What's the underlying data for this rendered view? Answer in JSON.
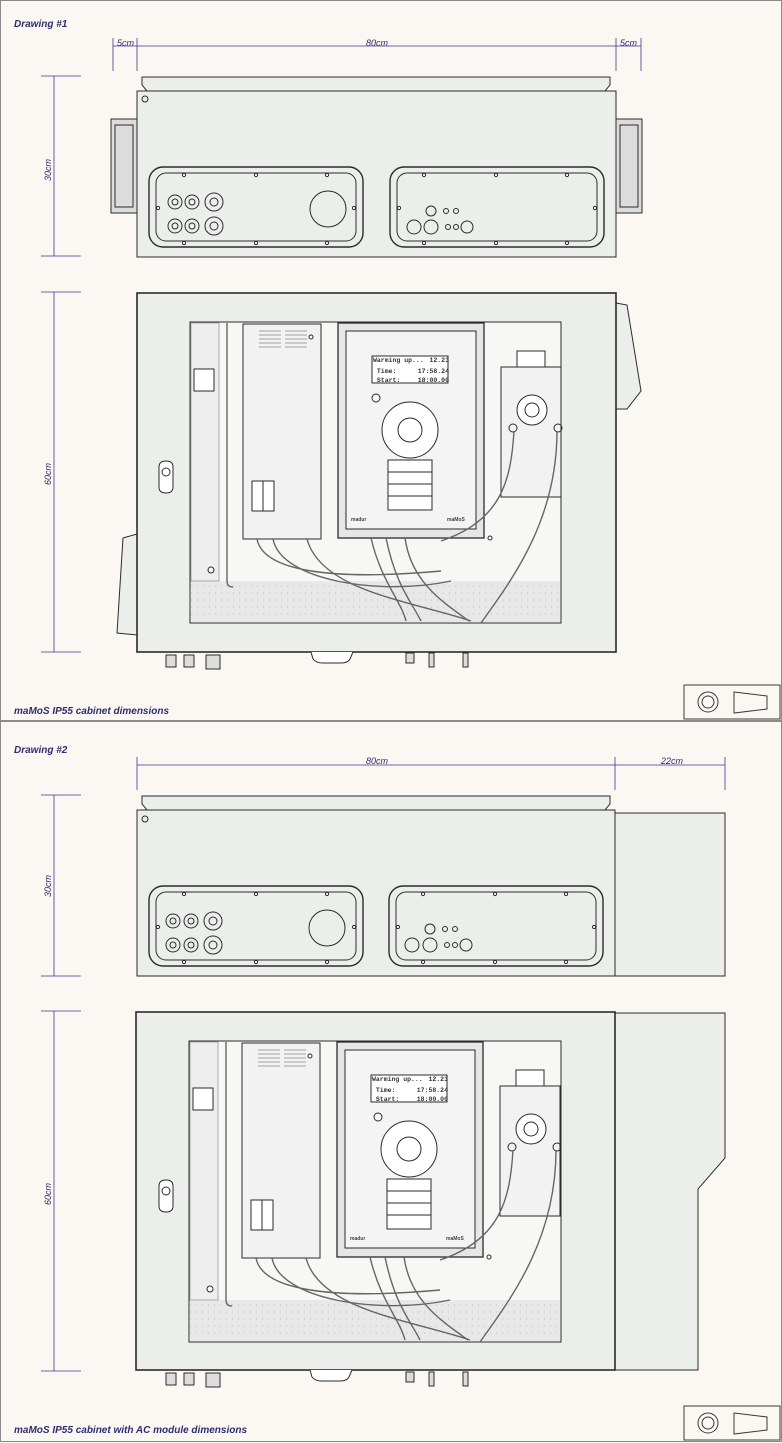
{
  "drawing1": {
    "title": "Drawing #1",
    "caption": "maMoS IP55 cabinet dimensions",
    "dim_left": "5cm",
    "dim_width": "80cm",
    "dim_right": "5cm",
    "dim_top_height": "30cm",
    "dim_front_height": "60cm"
  },
  "drawing2": {
    "title": "Drawing #2",
    "caption": "maMoS IP55 cabinet with AC module dimensions",
    "dim_width": "80cm",
    "dim_ac": "22cm",
    "dim_top_height": "30cm",
    "dim_front_height": "60cm"
  },
  "display": {
    "line1": "Warming up...",
    "line1_right": "12.23",
    "line2_label": "Time:",
    "line2_value": "17:58.24",
    "line3_label": "Start:",
    "line3_value": "18:00.00"
  },
  "brand_left": "madur",
  "brand_right": "maMoS",
  "colors": {
    "line": "#2b2b2b",
    "dimension": "#3a3a8a",
    "panel": "#eceeec",
    "sheet": "#fbf8f3"
  }
}
